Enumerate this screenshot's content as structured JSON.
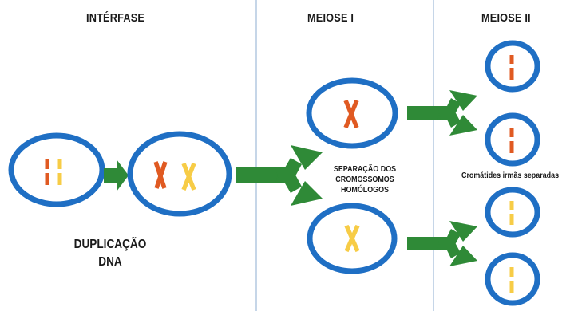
{
  "phases": {
    "interphase": "INTÉRFASE",
    "meiosis1": "MEIOSE I",
    "meiosis2": "MEIOSE II"
  },
  "captions": {
    "duplication_line1": "DUPLICAÇÃO",
    "duplication_line2": "DNA",
    "separation_line1": "SEPARAÇÃO DOS",
    "separation_line2": "CROMOSSOMOS",
    "separation_line3": "HOMÓLOGOS",
    "sister_chromatids": "Cromátides irmãs separadas"
  },
  "colors": {
    "cell_border": "#1f6fc4",
    "arrow": "#2f8a37",
    "chromosome_orange": "#e05a22",
    "chromosome_yellow": "#f7cc46",
    "divider": "#a8bfdc"
  },
  "icons": {
    "cell": "cell-circle-icon",
    "arrow": "right-arrow-icon",
    "fork": "fork-arrow-icon",
    "chromosome": "chromosome-icon"
  }
}
